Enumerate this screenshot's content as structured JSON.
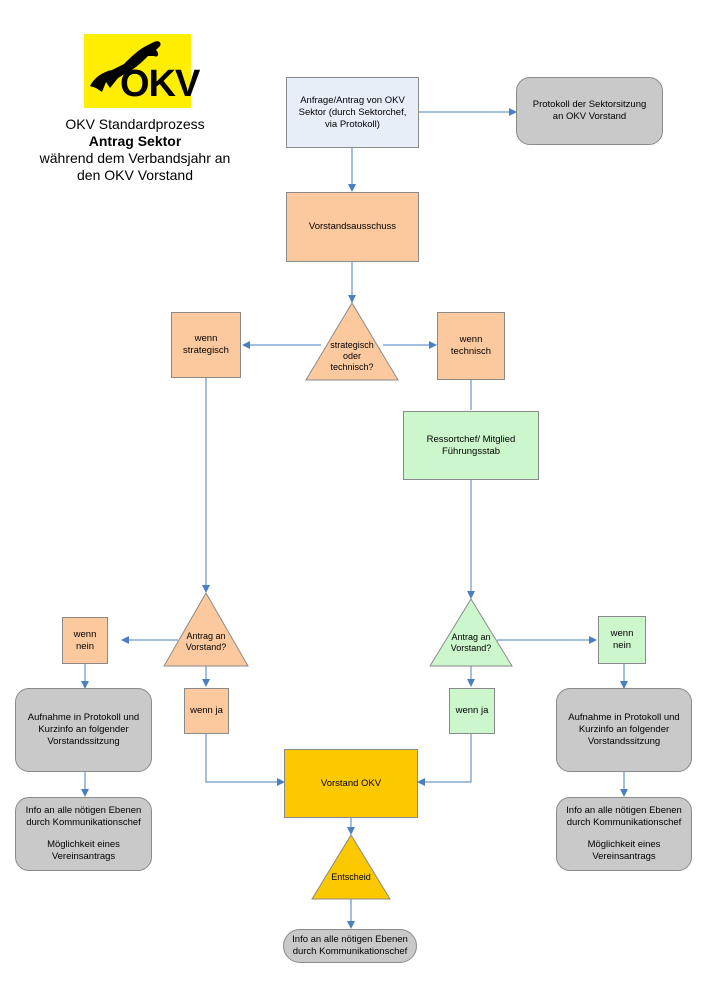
{
  "header": {
    "logo_text": "OKV",
    "title_line1": "OKV Standardprozess",
    "title_line2": "Antrag Sektor",
    "title_line3": "während dem Verbandsjahr an",
    "title_line4": "den OKV Vorstand"
  },
  "nodes": {
    "anfrage": "Anfrage/Antrag von OKV Sektor (durch Sektorchef, via Protokoll)",
    "protokoll_sektor": "Protokoll der Sektorsitzung an OKV Vorstand",
    "vorstandsausschuss": "Vorstandsausschuss",
    "decision_type": "strategisch oder technisch?",
    "wenn_strategisch": "wenn strategisch",
    "wenn_technisch": "wenn technisch",
    "ressortchef": "Ressortchef/ Mitglied Führungsstab",
    "antrag_left": "Antrag an Vorstand?",
    "antrag_right": "Antrag an Vorstand?",
    "wenn_nein_left": "wenn nein",
    "wenn_nein_right": "wenn nein",
    "wenn_ja_left": "wenn ja",
    "wenn_ja_right": "wenn ja",
    "aufnahme_left": "Aufnahme in Protokoll und Kurzinfo an folgender Vorstandssitzung",
    "aufnahme_right": "Aufnahme in Protokoll und Kurzinfo an folgender Vorstandssitzung",
    "info_left_a": "Info an alle nötigen Ebenen durch Kommunikationschef",
    "info_left_b": "Möglichkeit eines Vereinsantrags",
    "info_right_a": "Info an alle nötigen Ebenen durch Kommunikationschef",
    "info_right_b": "Möglichkeit eines Vereinsantrags",
    "vorstand_okv": "Vorstand OKV",
    "entscheid": "Entscheid",
    "info_bottom": "Info an alle nötigen Ebenen durch Kommunikationschef"
  },
  "colors": {
    "blue": "#e8eef8",
    "gray": "#c9c9c9",
    "orange": "#fcc99f",
    "green": "#ccf7cc",
    "gold": "#fcc800",
    "arrow": "#4a7fc1",
    "logo_bg": "#ffee00"
  }
}
